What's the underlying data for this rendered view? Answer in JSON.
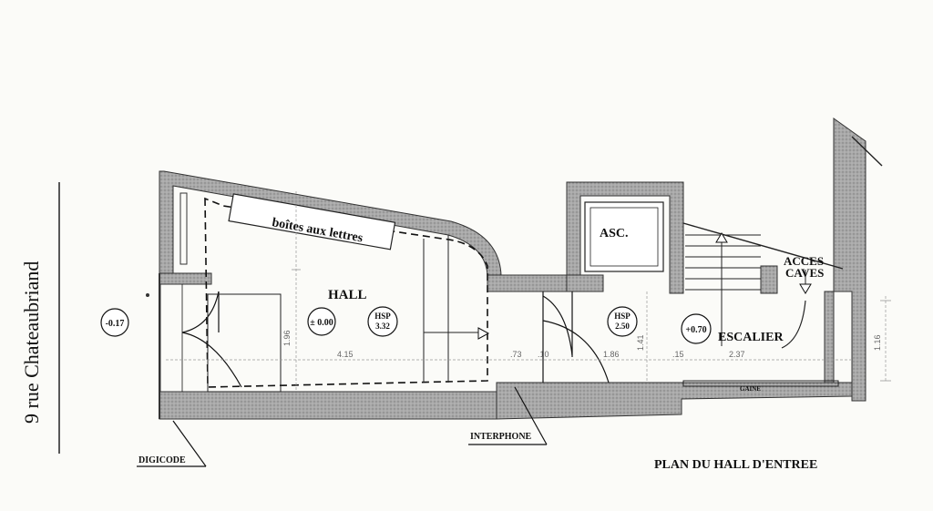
{
  "street_address": "9 rue Chateaubriand",
  "plan_title": "PLAN DU HALL D'ENTREE",
  "rooms": {
    "hall": "HALL",
    "elevator": "ASC.",
    "stairs": "ESCALIER",
    "cellar_access_1": "ACCES",
    "cellar_access_2": "CAVES",
    "mailboxes": "boîtes aux lettres",
    "duct": "GAINE"
  },
  "levels": {
    "street": "-0.17",
    "hall": "± 0.00",
    "stairs": "+0.70"
  },
  "ceiling_heights": {
    "hall_label": "HSP",
    "hall_value": "3.32",
    "landing_label": "HSP",
    "landing_value": "2.50"
  },
  "callouts": {
    "digicode": "DIGICODE",
    "interphone": "INTERPHONE"
  },
  "dimensions": {
    "hall_length": "4.15",
    "wall_a": ".73",
    "wall_b": ".10",
    "landing_length": "1.86",
    "wall_c": ".15",
    "stairs_length": "2.37",
    "hall_width": "1.96",
    "landing_width": "1.41",
    "end_width": "1.16"
  }
}
